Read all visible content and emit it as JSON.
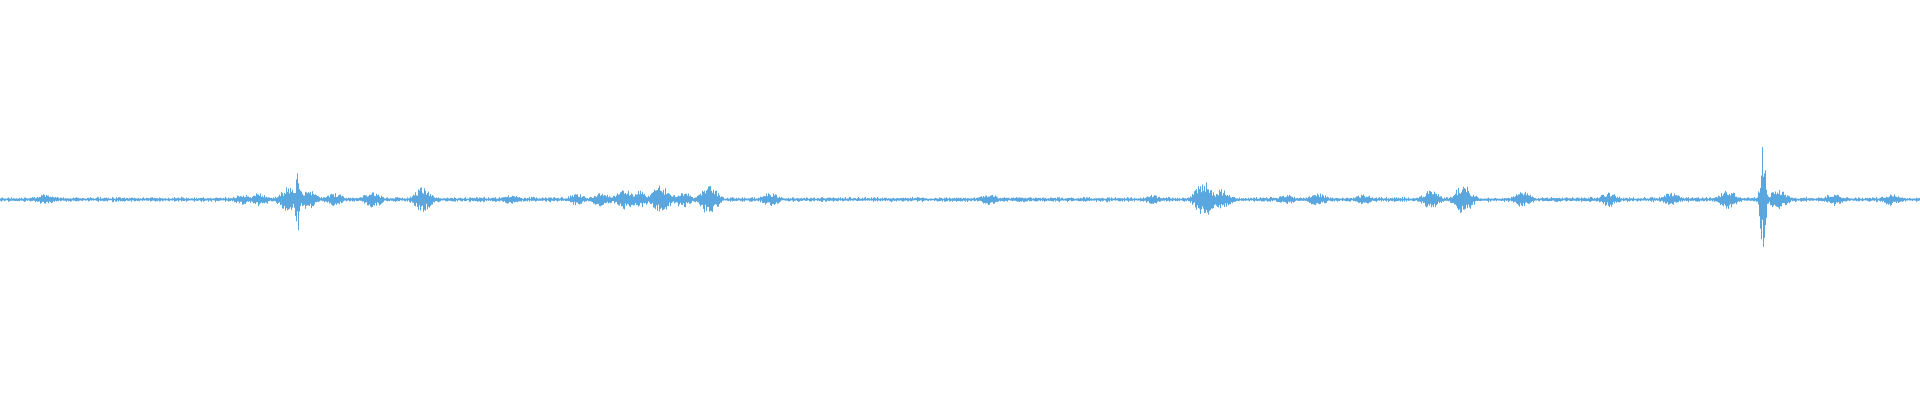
{
  "waveform": {
    "color": "#5aa7df",
    "background": "#ffffff",
    "baseline_amplitude": 0.035,
    "bursts": [
      {
        "at": 0.023,
        "amp": 0.1
      },
      {
        "at": 0.126,
        "amp": 0.09
      },
      {
        "at": 0.135,
        "amp": 0.12
      },
      {
        "at": 0.15,
        "amp": 0.22
      },
      {
        "at": 0.155,
        "amp": 0.55
      },
      {
        "at": 0.16,
        "amp": 0.18
      },
      {
        "at": 0.174,
        "amp": 0.12
      },
      {
        "at": 0.194,
        "amp": 0.15
      },
      {
        "at": 0.22,
        "amp": 0.22
      },
      {
        "at": 0.266,
        "amp": 0.08
      },
      {
        "at": 0.3,
        "amp": 0.1
      },
      {
        "at": 0.313,
        "amp": 0.14
      },
      {
        "at": 0.325,
        "amp": 0.18
      },
      {
        "at": 0.333,
        "amp": 0.15
      },
      {
        "at": 0.344,
        "amp": 0.25
      },
      {
        "at": 0.355,
        "amp": 0.15
      },
      {
        "at": 0.369,
        "amp": 0.28
      },
      {
        "at": 0.401,
        "amp": 0.12
      },
      {
        "at": 0.515,
        "amp": 0.1
      },
      {
        "at": 0.6,
        "amp": 0.08
      },
      {
        "at": 0.627,
        "amp": 0.32
      },
      {
        "at": 0.636,
        "amp": 0.18
      },
      {
        "at": 0.67,
        "amp": 0.09
      },
      {
        "at": 0.686,
        "amp": 0.12
      },
      {
        "at": 0.71,
        "amp": 0.09
      },
      {
        "at": 0.745,
        "amp": 0.16
      },
      {
        "at": 0.762,
        "amp": 0.26
      },
      {
        "at": 0.793,
        "amp": 0.14
      },
      {
        "at": 0.838,
        "amp": 0.13
      },
      {
        "at": 0.87,
        "amp": 0.12
      },
      {
        "at": 0.9,
        "amp": 0.17
      },
      {
        "at": 0.918,
        "amp": 1.0
      },
      {
        "at": 0.926,
        "amp": 0.18
      },
      {
        "at": 0.955,
        "amp": 0.12
      },
      {
        "at": 0.985,
        "amp": 0.11
      }
    ]
  }
}
